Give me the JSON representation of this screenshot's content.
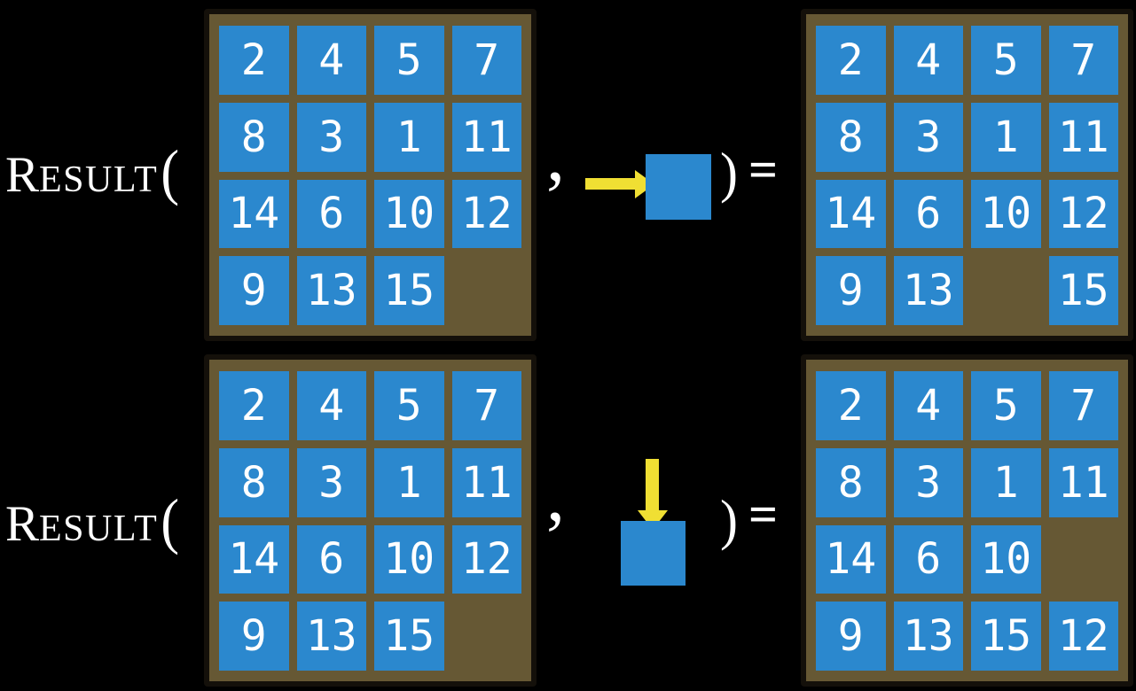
{
  "function_label": {
    "initial": "R",
    "small_caps": "ESULT",
    "open_paren": "("
  },
  "punctuation": {
    "comma": ",",
    "close_paren": ")",
    "equals": "="
  },
  "colors": {
    "background": "#000000",
    "tile_blue": "#2B88CE",
    "board_brown": "#665834",
    "arrow_yellow": "#F0DF33",
    "text_white": "#FFFFFF"
  },
  "examples": [
    {
      "direction": "right",
      "input_grid": [
        [
          "2",
          "4",
          "5",
          "7"
        ],
        [
          "8",
          "3",
          "1",
          "11"
        ],
        [
          "14",
          "6",
          "10",
          "12"
        ],
        [
          "9",
          "13",
          "15",
          ""
        ]
      ],
      "output_grid": [
        [
          "2",
          "4",
          "5",
          "7"
        ],
        [
          "8",
          "3",
          "1",
          "11"
        ],
        [
          "14",
          "6",
          "10",
          "12"
        ],
        [
          "9",
          "13",
          "",
          "15"
        ]
      ]
    },
    {
      "direction": "down",
      "input_grid": [
        [
          "2",
          "4",
          "5",
          "7"
        ],
        [
          "8",
          "3",
          "1",
          "11"
        ],
        [
          "14",
          "6",
          "10",
          "12"
        ],
        [
          "9",
          "13",
          "15",
          ""
        ]
      ],
      "output_grid": [
        [
          "2",
          "4",
          "5",
          "7"
        ],
        [
          "8",
          "3",
          "1",
          "11"
        ],
        [
          "14",
          "6",
          "10",
          ""
        ],
        [
          "9",
          "13",
          "15",
          "12"
        ]
      ]
    }
  ]
}
